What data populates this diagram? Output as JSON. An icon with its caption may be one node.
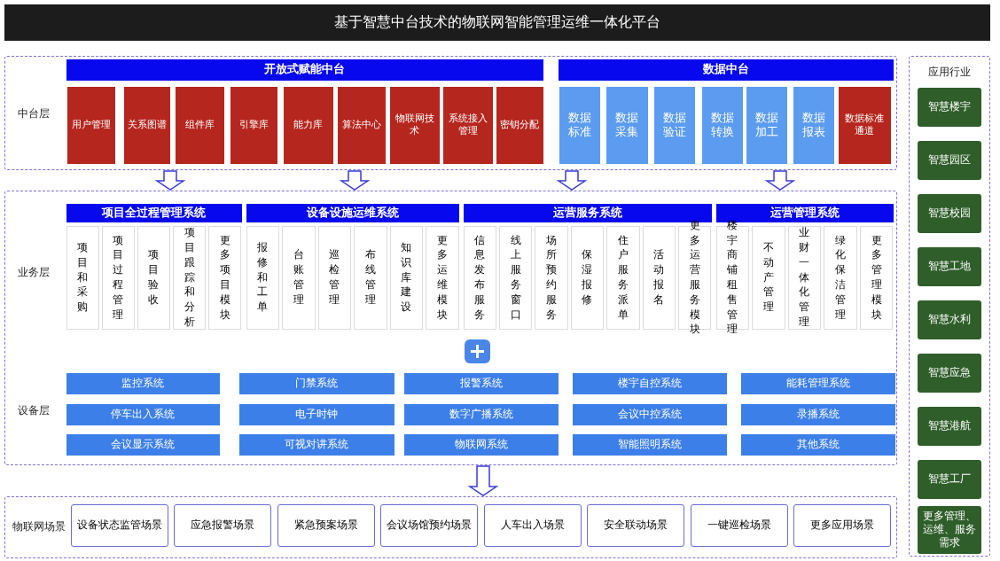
{
  "diagram": {
    "title": "基于智慧中台技术的物联网智能管理运维一体化平台",
    "nodes": [
      {
        "text": [
          "中台层"
        ]
      },
      {
        "text": [
          "开放式赋能中台"
        ],
        "in": 0
      },
      {
        "text": [
          "用户管理"
        ],
        "in": 0
      },
      {
        "text": [
          "关系图谱"
        ],
        "in": 0
      },
      {
        "text": [
          "组件库"
        ],
        "in": 0
      },
      {
        "text": [
          "引擎库"
        ],
        "in": 0
      },
      {
        "text": [
          "能力库"
        ],
        "in": 0
      },
      {
        "text": [
          "算法中心"
        ],
        "in": 0
      },
      {
        "text": [
          "物联网技术"
        ],
        "in": 0
      },
      {
        "text": [
          "系统接入管理"
        ],
        "in": 0
      },
      {
        "text": [
          "密钥分配"
        ],
        "in": 0
      },
      {
        "text": [
          "数据中台"
        ],
        "in": 0
      },
      {
        "text": [
          "数据标准"
        ],
        "in": 0
      },
      {
        "text": [
          "数据采集"
        ],
        "in": 0
      },
      {
        "text": [
          "数据验证"
        ],
        "in": 0
      },
      {
        "text": [
          "数据转换"
        ],
        "in": 0
      },
      {
        "text": [
          "数据加工"
        ],
        "in": 0
      },
      {
        "text": [
          "数据报表"
        ],
        "in": 0
      },
      {
        "text": [
          "数据标准通道"
        ],
        "in": 0
      },
      {
        "text": [
          "业务层",
          "设备层"
        ]
      },
      {
        "text": [
          "项目全过程管理系统"
        ],
        "in": 19
      },
      {
        "text": [
          "项目和采购"
        ],
        "in": 19
      },
      {
        "text": [
          "项目过程管理"
        ],
        "in": 19
      },
      {
        "text": [
          "项目验收"
        ],
        "in": 19
      },
      {
        "text": [
          "项目跟踪和分析"
        ],
        "in": 19
      },
      {
        "text": [
          "更多项目模块"
        ],
        "in": 19
      },
      {
        "text": [
          "设备设施运维系统"
        ],
        "in": 19
      },
      {
        "text": [
          "报修和工单"
        ],
        "in": 19
      },
      {
        "text": [
          "台账管理"
        ],
        "in": 19
      },
      {
        "text": [
          "巡检管理"
        ],
        "in": 19
      },
      {
        "text": [
          "布线管理"
        ],
        "in": 19
      },
      {
        "text": [
          "知识库建设"
        ],
        "in": 19
      },
      {
        "text": [
          "更多运维模块"
        ],
        "in": 19
      },
      {
        "text": [
          "运营服务系统"
        ],
        "in": 19
      },
      {
        "text": [
          "信息发布服务"
        ],
        "in": 19
      },
      {
        "text": [
          "线上服务窗口"
        ],
        "in": 19
      },
      {
        "text": [
          "场所预约服务"
        ],
        "in": 19
      },
      {
        "text": [
          "保湿报修"
        ],
        "in": 19
      },
      {
        "text": [
          "住户服务派单"
        ],
        "in": 19
      },
      {
        "text": [
          "活动报名"
        ],
        "in": 19
      },
      {
        "text": [
          "更多运营服务模块"
        ],
        "in": 19
      },
      {
        "text": [
          "运营管理系统"
        ],
        "in": 19
      },
      {
        "text": [
          "楼宇商铺租售管理"
        ],
        "in": 19
      },
      {
        "text": [
          "不动产管理"
        ],
        "in": 19
      },
      {
        "text": [
          "业财一体化管理"
        ],
        "in": 19
      },
      {
        "text": [
          "绿化保洁管理"
        ],
        "in": 19
      },
      {
        "text": [
          "更多管理模块"
        ],
        "in": 19
      },
      {
        "text": [
          "监控系统"
        ],
        "in": 19
      },
      {
        "text": [
          "门禁系统"
        ],
        "in": 19
      },
      {
        "text": [
          "报警系统"
        ],
        "in": 19
      },
      {
        "text": [
          "楼宇自控系统"
        ],
        "in": 19
      },
      {
        "text": [
          "能耗管理系统"
        ],
        "in": 19
      },
      {
        "text": [
          "停车出入系统"
        ],
        "in": 19
      },
      {
        "text": [
          "电子时钟"
        ],
        "in": 19
      },
      {
        "text": [
          "数字广播系统"
        ],
        "in": 19
      },
      {
        "text": [
          "会议中控系统"
        ],
        "in": 19
      },
      {
        "text": [
          "录播系统"
        ],
        "in": 19
      },
      {
        "text": [
          "会议显示系统"
        ],
        "in": 19
      },
      {
        "text": [
          "可视对讲系统"
        ],
        "in": 19
      },
      {
        "text": [
          "物联网系统"
        ],
        "in": 19
      },
      {
        "text": [
          "智能照明系统"
        ],
        "in": 19
      },
      {
        "text": [
          "其他系统"
        ],
        "in": 19
      },
      {
        "text": [
          "物联网场景"
        ]
      },
      {
        "text": [
          "设备状态监管场景"
        ],
        "in": 62
      },
      {
        "text": [
          "应急报警场景"
        ],
        "in": 62
      },
      {
        "text": [
          "紧急预案场景"
        ],
        "in": 62
      },
      {
        "text": [
          "会议场馆预约场景"
        ],
        "in": 62
      },
      {
        "text": [
          "人车出入场景"
        ],
        "in": 62
      },
      {
        "text": [
          "安全联动场景"
        ],
        "in": 62
      },
      {
        "text": [
          "一键巡检场景"
        ],
        "in": 62
      },
      {
        "text": [
          "更多应用场景"
        ],
        "in": 62
      },
      {
        "text": [
          "应用行业"
        ]
      },
      {
        "text": [
          "智慧楼宇"
        ],
        "in": 71
      },
      {
        "text": [
          "智慧园区"
        ],
        "in": 71
      },
      {
        "text": [
          "智慧校园"
        ],
        "in": 71
      },
      {
        "text": [
          "智慧工地"
        ],
        "in": 71
      },
      {
        "text": [
          "智慧水利"
        ],
        "in": 71
      },
      {
        "text": [
          "智慧应急"
        ],
        "in": 71
      },
      {
        "text": [
          "智慧港航"
        ],
        "in": 71
      },
      {
        "text": [
          "智慧工厂"
        ],
        "in": 71
      },
      {
        "text": [
          "更多管理、运维、服务需求"
        ],
        "in": 71
      }
    ],
    "edges": [
      {
        "from": 0,
        "to": 19,
        "arrow": "to"
      },
      {
        "from": 0,
        "to": 19,
        "arrow": "to"
      },
      {
        "from": 0,
        "to": 19,
        "arrow": "to"
      },
      {
        "from": 0,
        "to": 19,
        "arrow": "to"
      },
      {
        "from": 19,
        "to": 62,
        "arrow": "to"
      }
    ]
  }
}
